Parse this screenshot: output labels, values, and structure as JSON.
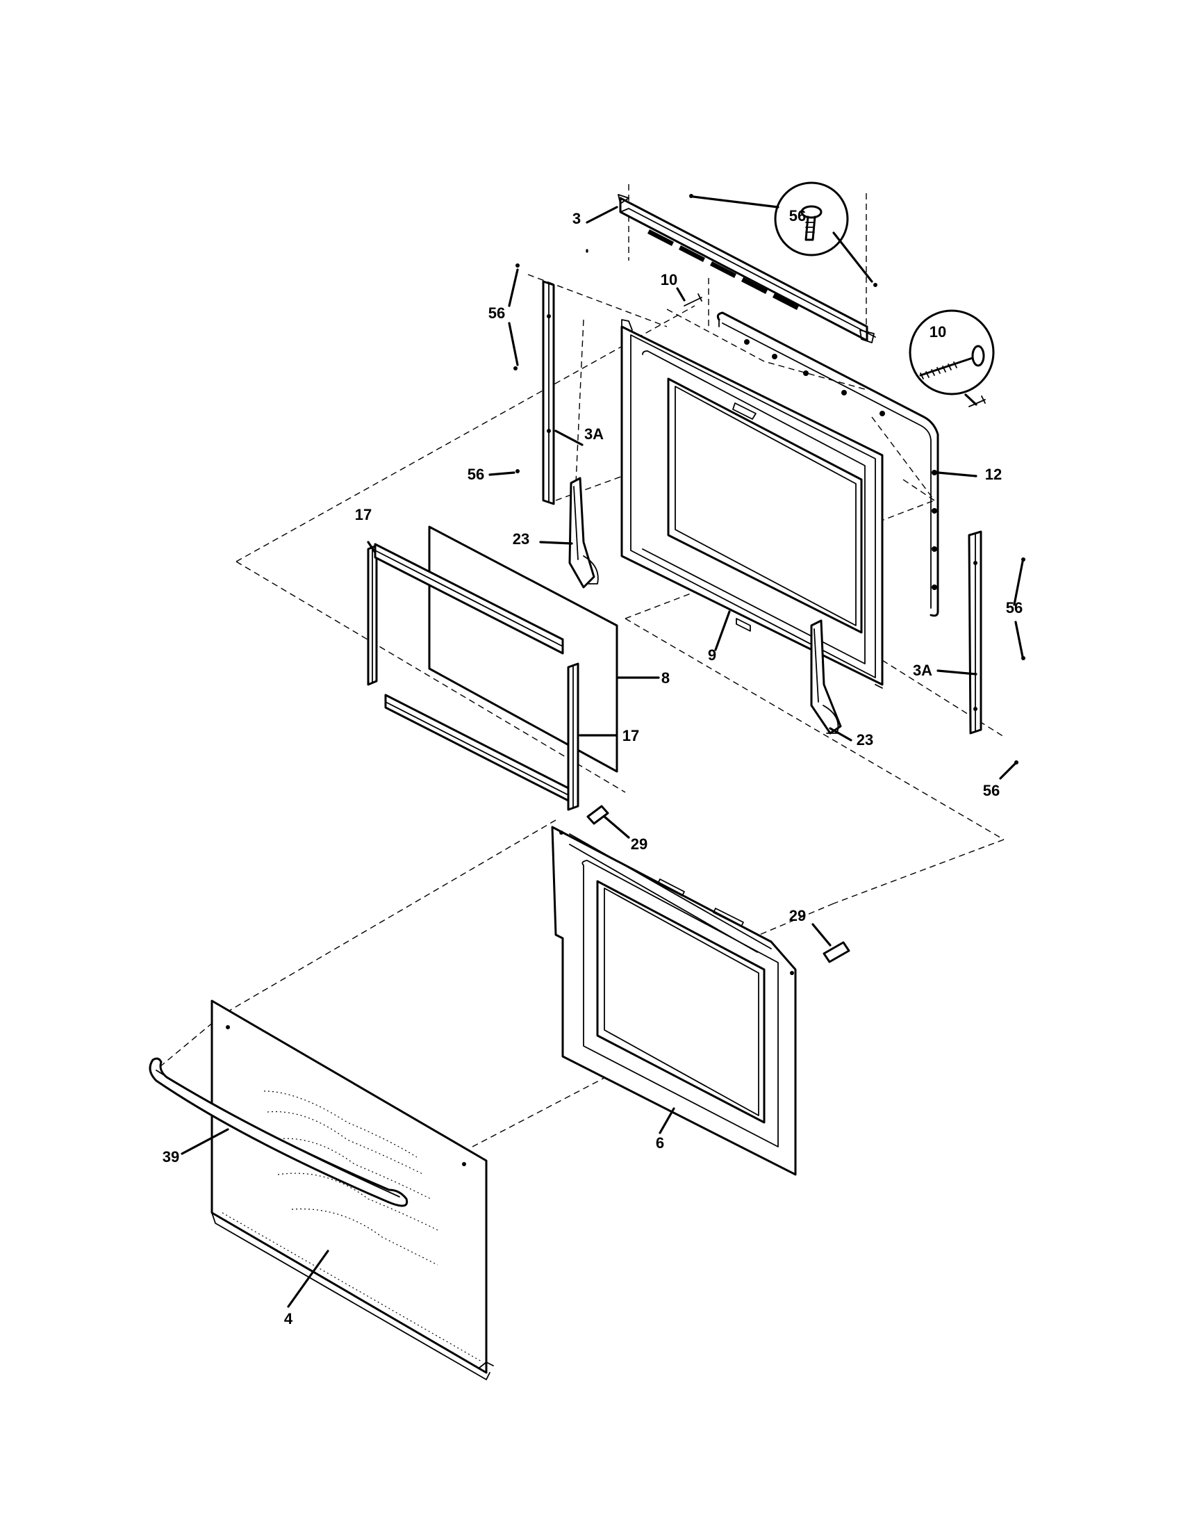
{
  "diagram": {
    "callouts": {
      "c3": "3",
      "c56_top": "56",
      "c10_top": "10",
      "c10_zoom": "10",
      "c56_left": "56",
      "c3A_left": "3A",
      "c56_mid": "56",
      "c17_top": "17",
      "c23_left": "23",
      "c12": "12",
      "c56_right": "56",
      "c3A_right": "3A",
      "c9": "9",
      "c8": "8",
      "c17_bottom": "17",
      "c23_right": "23",
      "c56_bottom": "56",
      "c29_left": "29",
      "c29_right": "29",
      "c39": "39",
      "c6": "6",
      "c4": "4"
    }
  }
}
